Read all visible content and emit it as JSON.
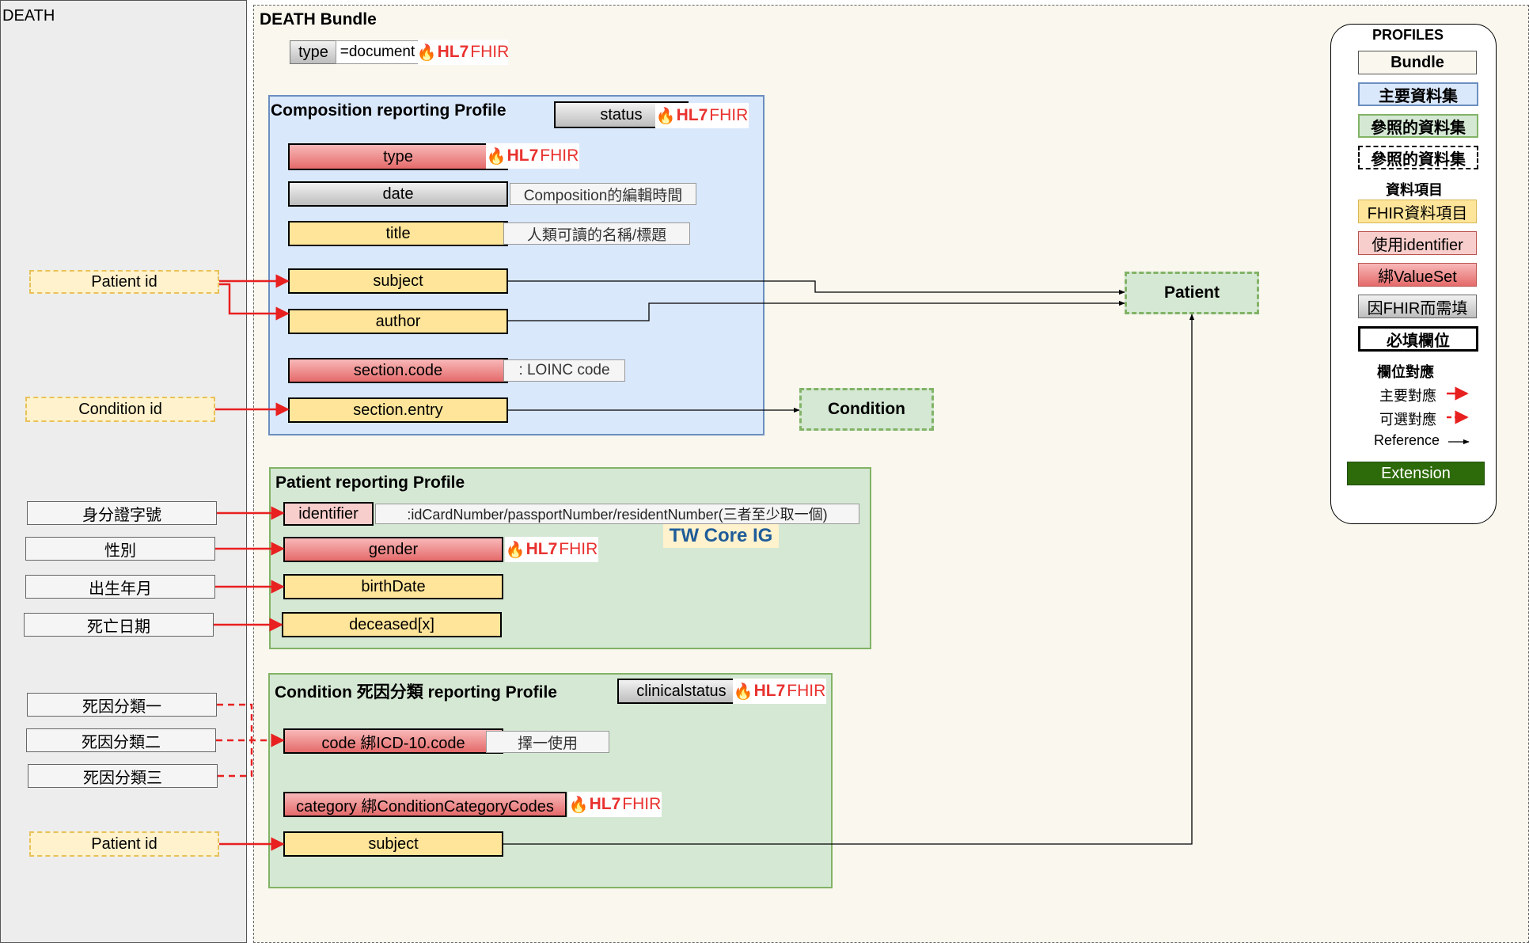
{
  "death_panel": {
    "label": "DEATH"
  },
  "bundle": {
    "title": "DEATH Bundle",
    "type_label": "type",
    "type_value": "=document"
  },
  "hl7": {
    "hl7": "HL7",
    "fhir": "FHIR"
  },
  "composition": {
    "title": "Composition reporting Profile",
    "status": "status",
    "type": "type",
    "date": "date",
    "date_note": "Composition的編輯時間",
    "title_field": "title",
    "title_note": "人類可讀的名稱/標題",
    "subject": "subject",
    "author": "author",
    "section_code": "section.code",
    "section_code_note": ": LOINC code",
    "section_entry": "section.entry"
  },
  "references": {
    "patient": "Patient",
    "condition": "Condition"
  },
  "patient": {
    "title": "Patient reporting Profile",
    "identifier": "identifier",
    "identifier_note": ":idCardNumber/passportNumber/residentNumber(三者至少取一個)",
    "tw_core": "TW Core IG",
    "gender": "gender",
    "birthdate": "birthDate",
    "deceased": "deceased[x]"
  },
  "condition": {
    "title": "Condition 死因分類 reporting Profile",
    "clinicalstatus": "clinicalstatus",
    "code": "code 綁ICD-10.code",
    "code_note": "擇一使用",
    "category": "category 綁ConditionCategoryCodes",
    "subject": "subject"
  },
  "sources": {
    "patient_id_1": "Patient id",
    "condition_id": "Condition id",
    "id_number": "身分證字號",
    "sex": "性別",
    "birth": "出生年月",
    "death_date": "死亡日期",
    "cause1": "死因分類一",
    "cause2": "死因分類二",
    "cause3": "死因分類三",
    "patient_id_2": "Patient id"
  },
  "legend": {
    "header": "PROFILES",
    "bundle": "Bundle",
    "main": "主要資料集",
    "ref": "參照的資料集",
    "ref_dashed": "參照的資料集",
    "items_header": "資料項目",
    "fhir_item": "FHIR資料項目",
    "identifier": "使用identifier",
    "valueset": "綁ValueSet",
    "fhir_required": "因FHIR而需填",
    "required": "必填欄位",
    "mapping_header": "欄位對應",
    "primary": "主要對應",
    "optional": "可選對應",
    "reference": "Reference",
    "extension": "Extension"
  },
  "colors": {
    "main_fill": "#dae8fc",
    "main_border": "#6c8ebf",
    "ref_fill": "#d5e8d4",
    "ref_border": "#82b366",
    "extension": "#2d6a09",
    "arrow_red": "#e82020"
  }
}
